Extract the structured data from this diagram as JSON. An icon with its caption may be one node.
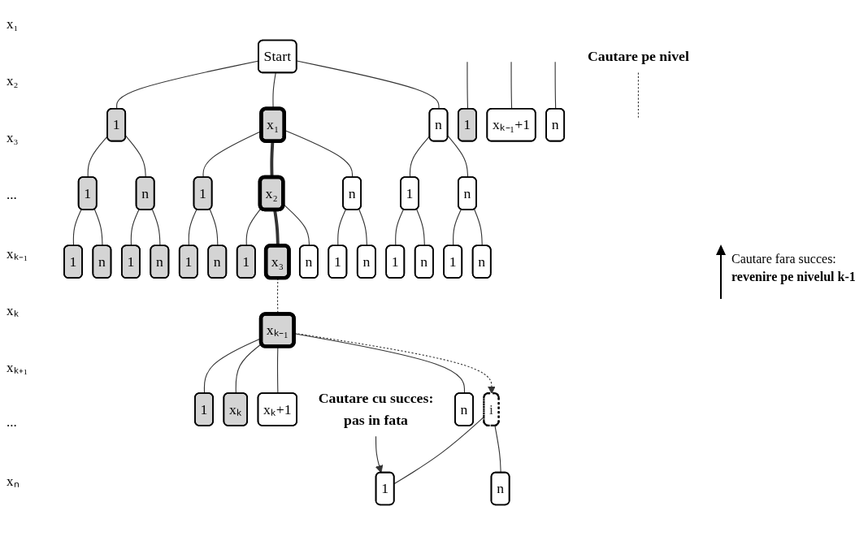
{
  "diagram": {
    "nodes": [
      {
        "text": [
          "Start"
        ]
      },
      {
        "text": [
          "1"
        ]
      },
      {
        "text": [
          "x₁"
        ]
      },
      {
        "text": [
          "n"
        ]
      },
      {
        "text": [
          "1"
        ]
      },
      {
        "text": [
          "n"
        ]
      },
      {
        "text": [
          "1"
        ]
      },
      {
        "text": [
          "x₂"
        ]
      },
      {
        "text": [
          "n"
        ]
      },
      {
        "text": [
          "1"
        ]
      },
      {
        "text": [
          "n"
        ]
      },
      {
        "text": [
          "1"
        ]
      },
      {
        "text": [
          "n"
        ]
      },
      {
        "text": [
          "1"
        ]
      },
      {
        "text": [
          "n"
        ]
      },
      {
        "text": [
          "1"
        ]
      },
      {
        "text": [
          "n"
        ]
      },
      {
        "text": [
          "1"
        ]
      },
      {
        "text": [
          "x₃"
        ]
      },
      {
        "text": [
          "n"
        ]
      },
      {
        "text": [
          "1"
        ]
      },
      {
        "text": [
          "n"
        ]
      },
      {
        "text": [
          "1"
        ]
      },
      {
        "text": [
          "n"
        ]
      },
      {
        "text": [
          "1"
        ]
      },
      {
        "text": [
          "n"
        ]
      },
      {
        "text": [
          "1"
        ]
      },
      {
        "text": [
          "xₖ₋₁"
        ]
      },
      {
        "text": [
          "xₖ₋₁+1"
        ]
      },
      {
        "text": [
          "n"
        ]
      },
      {
        "text": [
          "1"
        ]
      },
      {
        "text": [
          "xₖ"
        ]
      },
      {
        "text": [
          "xₖ+1"
        ]
      },
      {
        "text": [
          "i"
        ]
      },
      {
        "text": [
          "n"
        ]
      },
      {
        "text": [
          "1"
        ]
      },
      {
        "text": [
          "n"
        ]
      },
      {
        "text": [
          "Cautare pe nivel"
        ]
      },
      {
        "text": [
          "Cautare cu succes:",
          "pas in fata"
        ]
      }
    ],
    "edges": [
      {
        "from": 0,
        "to": 1,
        "arrow": "none"
      },
      {
        "from": 0,
        "to": 2,
        "arrow": "none"
      },
      {
        "from": 0,
        "to": 3,
        "arrow": "none"
      },
      {
        "from": 1,
        "to": 4,
        "arrow": "none"
      },
      {
        "from": 1,
        "to": 5,
        "arrow": "none"
      },
      {
        "from": 2,
        "to": 6,
        "arrow": "none"
      },
      {
        "from": 2,
        "to": 7,
        "arrow": "none",
        "style": "thick"
      },
      {
        "from": 2,
        "to": 8,
        "arrow": "none"
      },
      {
        "from": 3,
        "to": 9,
        "arrow": "none"
      },
      {
        "from": 3,
        "to": 10,
        "arrow": "none"
      },
      {
        "from": 4,
        "to": 11,
        "arrow": "none"
      },
      {
        "from": 4,
        "to": 12,
        "arrow": "none"
      },
      {
        "from": 5,
        "to": 13,
        "arrow": "none"
      },
      {
        "from": 5,
        "to": 14,
        "arrow": "none"
      },
      {
        "from": 6,
        "to": 15,
        "arrow": "none"
      },
      {
        "from": 6,
        "to": 16,
        "arrow": "none"
      },
      {
        "from": 7,
        "to": 17,
        "arrow": "none"
      },
      {
        "from": 7,
        "to": 18,
        "arrow": "none",
        "style": "thick"
      },
      {
        "from": 7,
        "to": 19,
        "arrow": "none"
      },
      {
        "from": 8,
        "to": 20,
        "arrow": "none"
      },
      {
        "from": 8,
        "to": 21,
        "arrow": "none"
      },
      {
        "from": 9,
        "to": 22,
        "arrow": "none"
      },
      {
        "from": 9,
        "to": 23,
        "arrow": "none"
      },
      {
        "from": 10,
        "to": 24,
        "arrow": "none"
      },
      {
        "from": 10,
        "to": 25,
        "arrow": "none"
      },
      {
        "from": null,
        "to": 26,
        "arrow": "none"
      },
      {
        "from": 18,
        "to": 27,
        "arrow": "none",
        "style": "dashed"
      },
      {
        "from": null,
        "to": 28,
        "arrow": "none"
      },
      {
        "from": null,
        "to": 29,
        "arrow": "none"
      },
      {
        "from": 27,
        "to": 30,
        "arrow": "none"
      },
      {
        "from": 27,
        "to": 31,
        "arrow": "none"
      },
      {
        "from": 27,
        "to": 32,
        "arrow": "none"
      },
      {
        "from": 27,
        "to": 33,
        "arrow": "to",
        "style": "dashed"
      },
      {
        "from": 27,
        "to": 34,
        "arrow": "none"
      },
      {
        "from": 33,
        "to": 35,
        "arrow": "none"
      },
      {
        "from": 33,
        "to": 36,
        "arrow": "none"
      },
      {
        "from": 37,
        "to": null,
        "arrow": "none",
        "style": "dashed"
      },
      {
        "from": 38,
        "to": 35,
        "arrow": "to"
      }
    ],
    "labels": [
      "x₁",
      "x₂",
      "x₃",
      "...",
      "xₖ₋₁",
      "xₖ",
      "xₖ₊₁",
      "...",
      "xₙ",
      "Cautare fara succes:",
      "revenire pe nivelul k-1"
    ]
  }
}
